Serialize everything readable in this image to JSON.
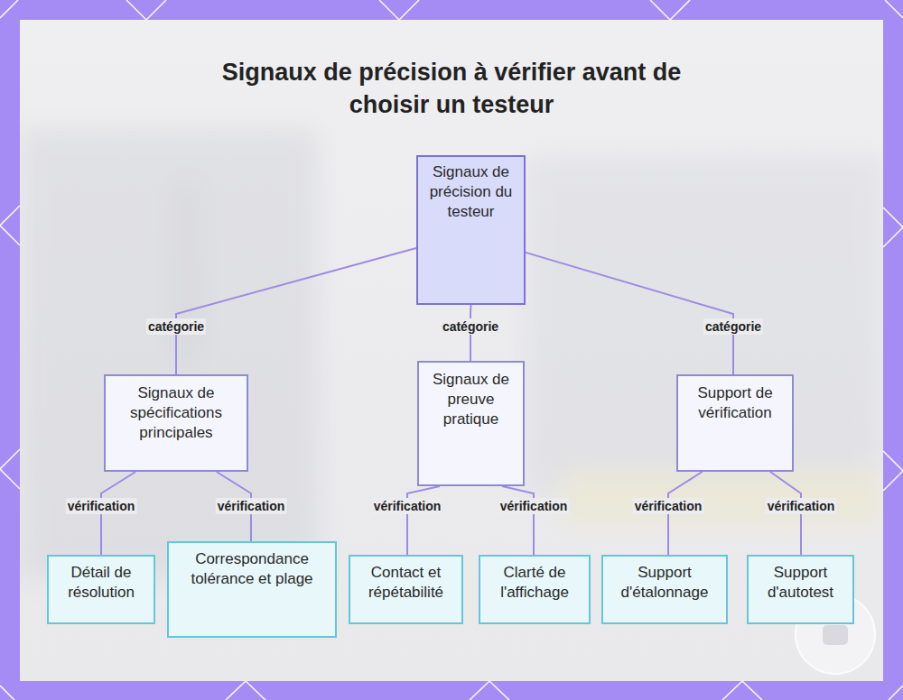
{
  "diagram": {
    "title": "Signaux de précision à vérifier avant de choisir un testeur",
    "nodes": [
      {
        "text": [
          "Signaux de précision du testeur"
        ]
      },
      {
        "text": [
          "Signaux de spécifications principales"
        ]
      },
      {
        "text": [
          "Signaux de preuve pratique"
        ]
      },
      {
        "text": [
          "Support de vérification"
        ]
      },
      {
        "text": [
          "Détail de résolution"
        ]
      },
      {
        "text": [
          "Correspondance tolérance et plage"
        ]
      },
      {
        "text": [
          "Contact et répétabilité"
        ]
      },
      {
        "text": [
          "Clarté de l'affichage"
        ]
      },
      {
        "text": [
          "Support d'étalonnage"
        ]
      },
      {
        "text": [
          "Support d'autotest"
        ]
      }
    ],
    "edges": [
      {
        "from": 0,
        "to": 1,
        "label": "catégorie",
        "arrow": "none"
      },
      {
        "from": 0,
        "to": 2,
        "label": "catégorie",
        "arrow": "none"
      },
      {
        "from": 0,
        "to": 3,
        "label": "catégorie",
        "arrow": "none"
      },
      {
        "from": 1,
        "to": 4,
        "label": "vérification",
        "arrow": "none"
      },
      {
        "from": 1,
        "to": 5,
        "label": "vérification",
        "arrow": "none"
      },
      {
        "from": 2,
        "to": 6,
        "label": "vérification",
        "arrow": "none"
      },
      {
        "from": 2,
        "to": 7,
        "label": "vérification",
        "arrow": "none"
      },
      {
        "from": 3,
        "to": 8,
        "label": "vérification",
        "arrow": "none"
      },
      {
        "from": 3,
        "to": 9,
        "label": "vérification",
        "arrow": "none"
      }
    ]
  }
}
